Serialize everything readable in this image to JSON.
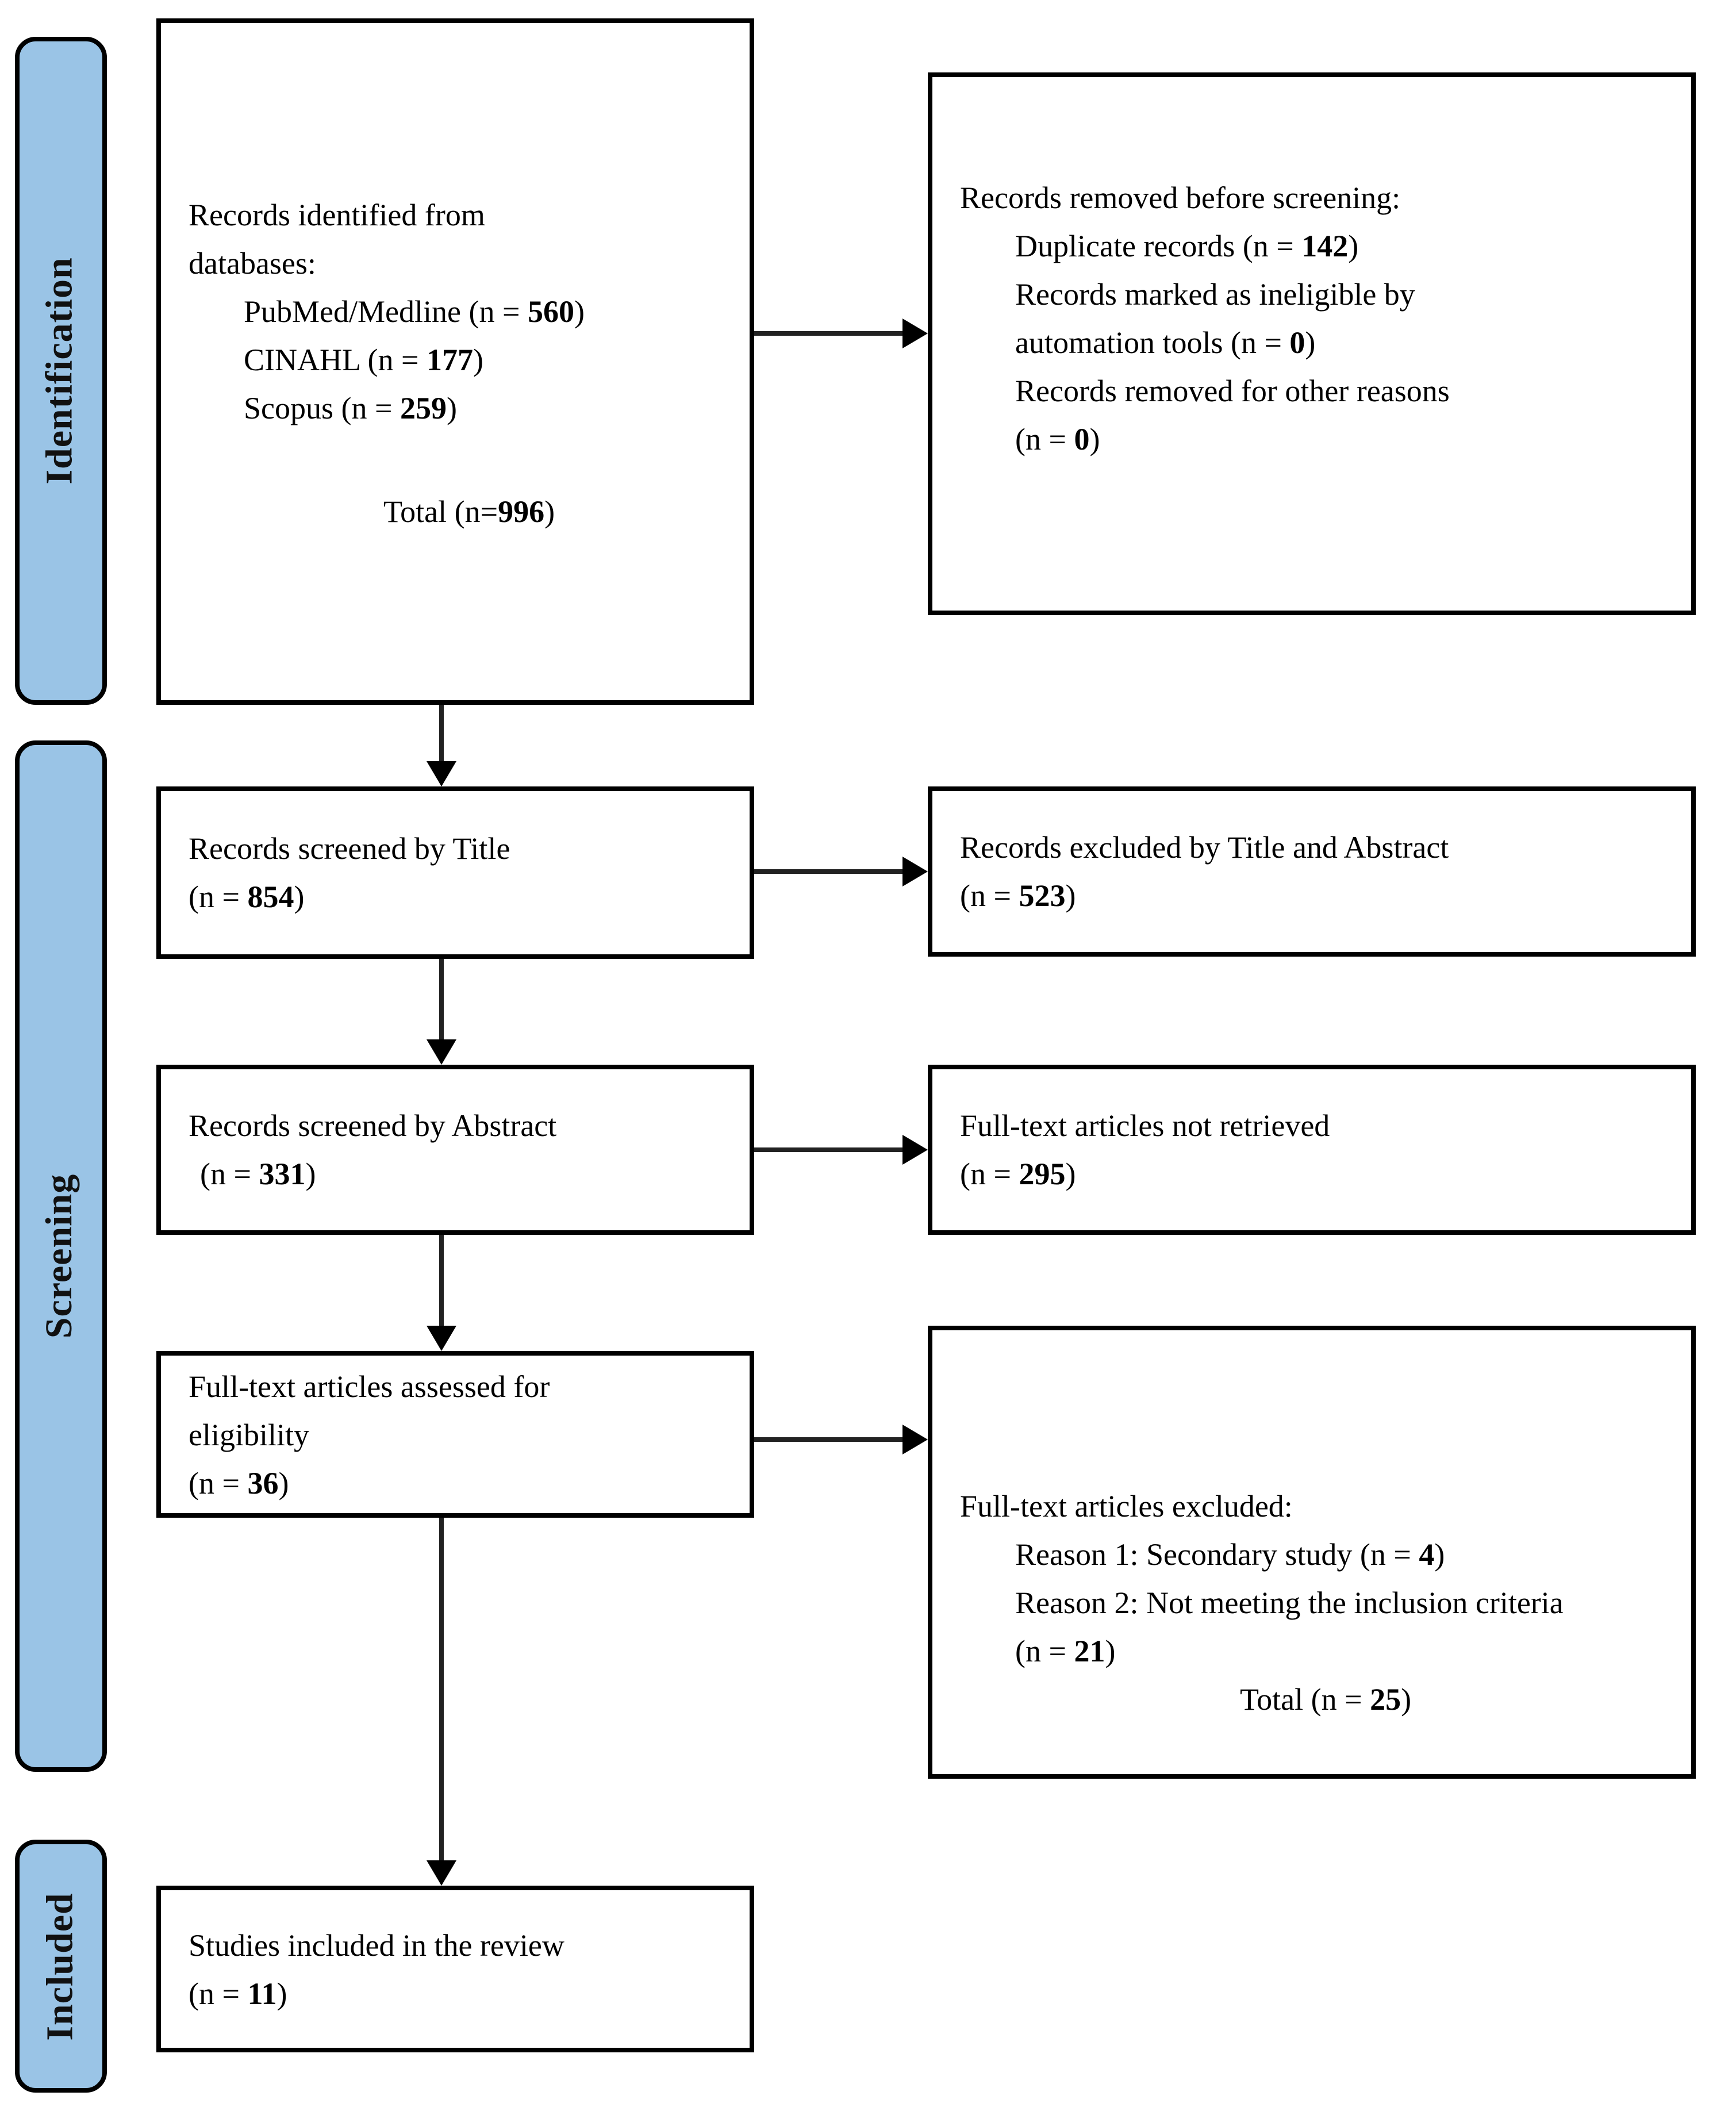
{
  "sidebar": {
    "identification_label": "Identification",
    "screening_label": "Screening",
    "included_label": "Included"
  },
  "colors": {
    "tab_fill": "#9AC4E6",
    "tab_border": "#000000",
    "box_border": "#000000",
    "arrow": "#000000",
    "text": "#000000"
  },
  "boxes": {
    "identified": {
      "line1": "Records identified from",
      "line2": "databases:",
      "db1_pre": "PubMed/Medline (n = ",
      "db1_n": "560",
      "db1_post": ")",
      "db2_pre": "CINAHL (n = ",
      "db2_n": "177",
      "db2_post": ")",
      "db3_pre": "Scopus (n = ",
      "db3_n": "259",
      "db3_post": ")",
      "total_pre": "Total (n=",
      "total_n": "996",
      "total_post": ")"
    },
    "removed": {
      "line1": "Records removed before screening:",
      "r1_pre": "Duplicate records (n = ",
      "r1_n": "142",
      "r1_post": ")",
      "r2a": "Records marked as ineligible by",
      "r2b_pre": "automation tools (n = ",
      "r2b_n": "0",
      "r2b_post": ")",
      "r3a": "Records removed for other reasons",
      "r3b_pre": "(n = ",
      "r3b_n": "0",
      "r3b_post": ")"
    },
    "screened_title": {
      "line1": "Records screened by Title",
      "n_pre": "(n = ",
      "n": "854",
      "n_post": ")"
    },
    "excluded_title_abstract": {
      "line1": "Records excluded by Title and Abstract",
      "n_pre": "(n = ",
      "n": "523",
      "n_post": ")"
    },
    "screened_abstract": {
      "line1": "Records screened by Abstract",
      "n_pre": "(n = ",
      "n": "331",
      "n_post": ")"
    },
    "not_retrieved": {
      "line1": "Full-text articles not retrieved",
      "n_pre": "(n = ",
      "n": "295",
      "n_post": ")"
    },
    "assessed": {
      "line1": "Full-text articles assessed for",
      "line2": "eligibility",
      "n_pre": "(n = ",
      "n": "36",
      "n_post": ")"
    },
    "fulltext_excluded": {
      "line1": "Full-text articles excluded:",
      "r1_pre": "Reason 1: Secondary study (n = ",
      "r1_n": "4",
      "r1_post": ")",
      "r2a": "Reason 2: Not meeting the inclusion criteria",
      "r2b_pre": "(n = ",
      "r2b_n": "21",
      "r2b_post": ")",
      "total_pre": "Total (n = ",
      "total_n": "25",
      "total_post": ")"
    },
    "included_review": {
      "line1": "Studies included in the review",
      "n_pre": "(n = ",
      "n": "11",
      "n_post": ")"
    }
  }
}
